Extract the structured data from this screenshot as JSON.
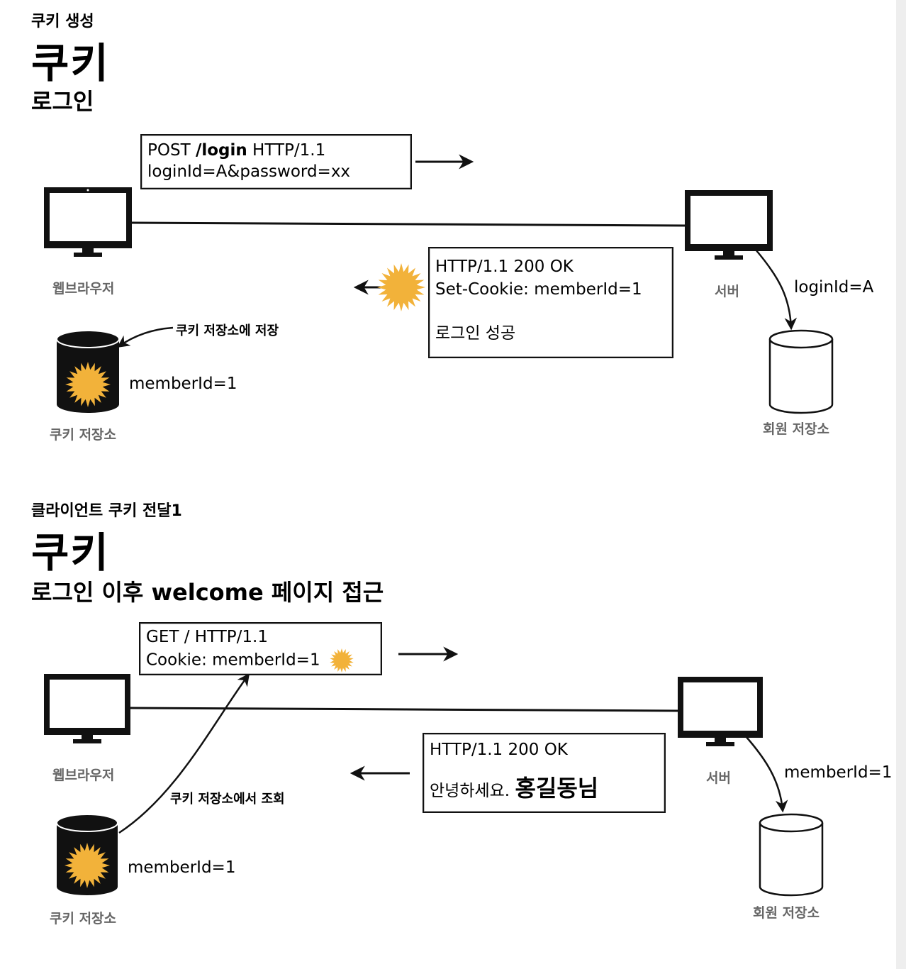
{
  "colors": {
    "cookie": "#f2b23a",
    "line": "#111111",
    "caption": "#666666"
  },
  "section1": {
    "small_title": "쿠키 생성",
    "big_title": "쿠키",
    "sub_title": "로그인",
    "request": {
      "line1_pre": "POST ",
      "line1_path": "/login",
      "line1_post": " HTTP/1.1",
      "line2": "loginId=A&password=xx"
    },
    "response": {
      "line1": "HTTP/1.1 200 OK",
      "line2": "Set-Cookie: memberId=1",
      "line3": "로그인 성공"
    },
    "browser_label": "웹브라우저",
    "server_label": "서버",
    "server_store_note": "loginId=A",
    "cookie_store_note": "쿠키 저장소에 저장",
    "cookie_value": "memberId=1",
    "cookie_store_label": "쿠키 저장소",
    "member_store_label": "회원 저장소"
  },
  "section2": {
    "small_title": "클라이언트 쿠키 전달1",
    "big_title": "쿠키",
    "sub_title": "로그인 이후 welcome 페이지 접근",
    "request": {
      "line1": "GET / HTTP/1.1",
      "line2": "Cookie: memberId=1"
    },
    "response": {
      "line1": "HTTP/1.1 200 OK",
      "line2_pre": "안녕하세요. ",
      "line2_name": "홍길동님"
    },
    "browser_label": "웹브라우저",
    "server_label": "서버",
    "server_store_note": "memberId=1",
    "cookie_lookup_note": "쿠키 저장소에서 조회",
    "cookie_value": "memberId=1",
    "cookie_store_label": "쿠키 저장소",
    "member_store_label": "회원 저장소"
  }
}
